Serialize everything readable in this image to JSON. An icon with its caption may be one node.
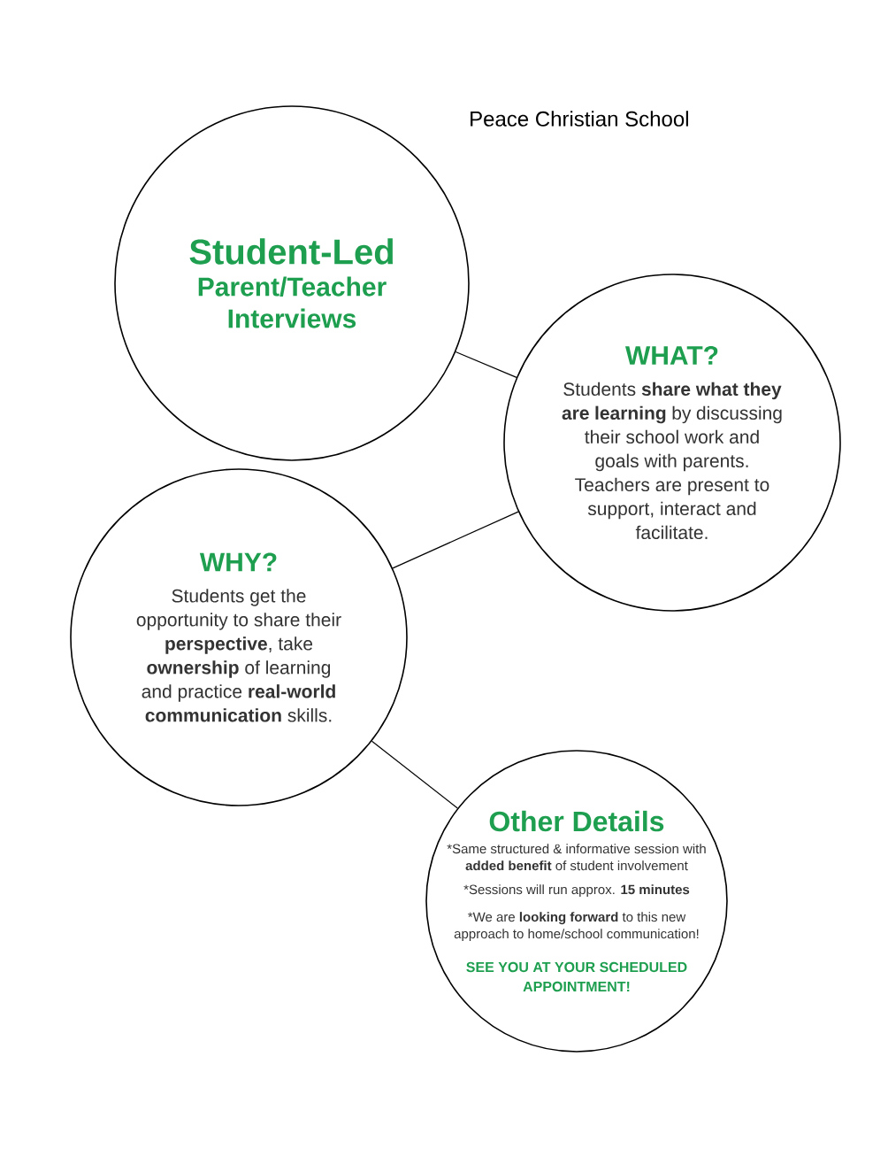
{
  "diagram": {
    "nodes": [
      {
        "text": [
          "Student-Led",
          "Parent/Teacher Interviews"
        ]
      },
      {
        "text": [
          "WHAT?",
          "Students **share what they are learning** by discussing their school work and goals with parents. Teachers are present to support, interact and facilitate."
        ]
      },
      {
        "text": [
          "WHY?",
          "Students get the opportunity to share their **perspective**, take **ownership** of learning and practice **real-world communication** skills."
        ]
      },
      {
        "text": [
          "Other Details",
          "*Same structured & informative session with **added benefit** of student involvement",
          "*Sessions will run approx. **15 minutes**",
          "*We are **looking forward** to this new approach to home/school communication!",
          "SEE YOU AT YOUR SCHEDULED APPOINTMENT!"
        ]
      }
    ],
    "edges": [
      {
        "from": 0,
        "to": 1,
        "arrow": "none"
      },
      {
        "from": 1,
        "to": 2,
        "arrow": "none"
      },
      {
        "from": 2,
        "to": 3,
        "arrow": "none"
      }
    ],
    "labels": [
      "Peace Christian School"
    ]
  }
}
